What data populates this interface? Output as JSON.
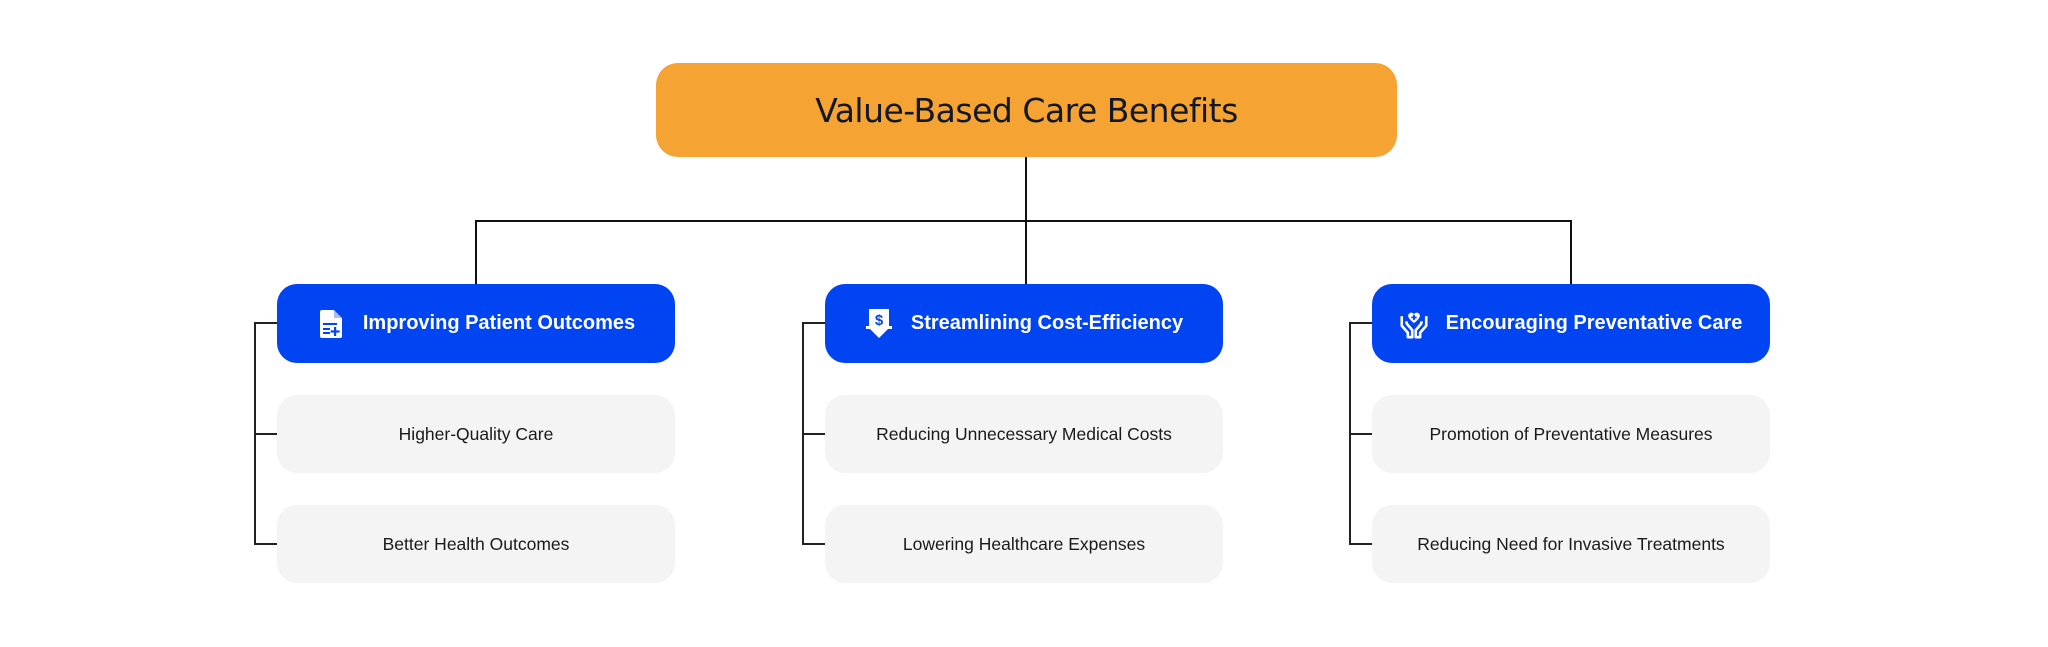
{
  "root": {
    "title": "Value-Based Care Benefits",
    "color": "#F5A433"
  },
  "colors": {
    "header_blue": "#0044F2",
    "sub_gray": "#F4F4F4",
    "connector": "#111111"
  },
  "branches": [
    {
      "title": "Improving Patient Outcomes",
      "icon": "medical-document-plus-icon",
      "items": [
        "Higher-Quality Care",
        "Better Health Outcomes"
      ]
    },
    {
      "title": "Streamlining Cost-Efficiency",
      "icon": "dollar-down-arrow-icon",
      "items": [
        "Reducing Unnecessary Medical Costs",
        "Lowering Healthcare Expenses"
      ]
    },
    {
      "title": "Encouraging Preventative Care",
      "icon": "hands-heart-care-icon",
      "items": [
        "Promotion of Preventative Measures",
        "Reducing Need for Invasive Treatments"
      ]
    }
  ]
}
